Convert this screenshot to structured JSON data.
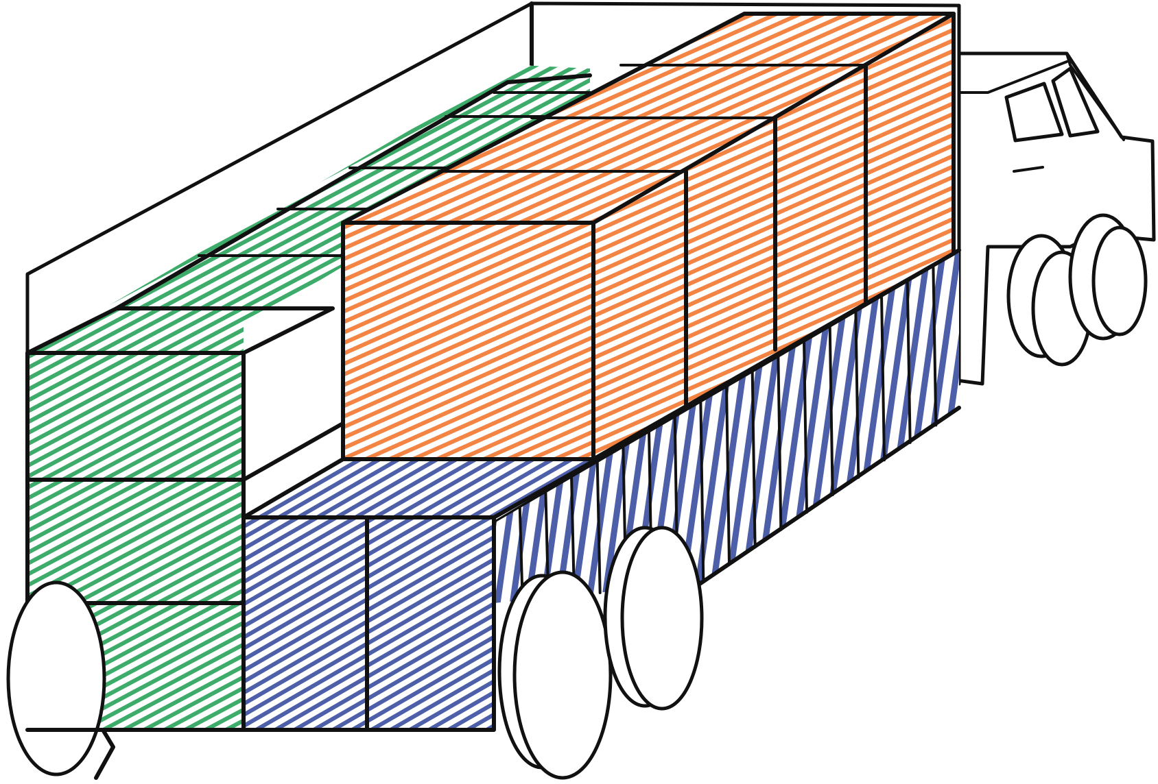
{
  "colors": {
    "green": "#3dab6a",
    "orange": "#f48443",
    "blue": "#4d5fa8",
    "outline": "#111111",
    "background": "#ffffff"
  },
  "groups": [
    {
      "name": "green",
      "color": "#3dab6a"
    },
    {
      "name": "orange",
      "color": "#f48443"
    },
    {
      "name": "blue",
      "color": "#4d5fa8"
    }
  ]
}
